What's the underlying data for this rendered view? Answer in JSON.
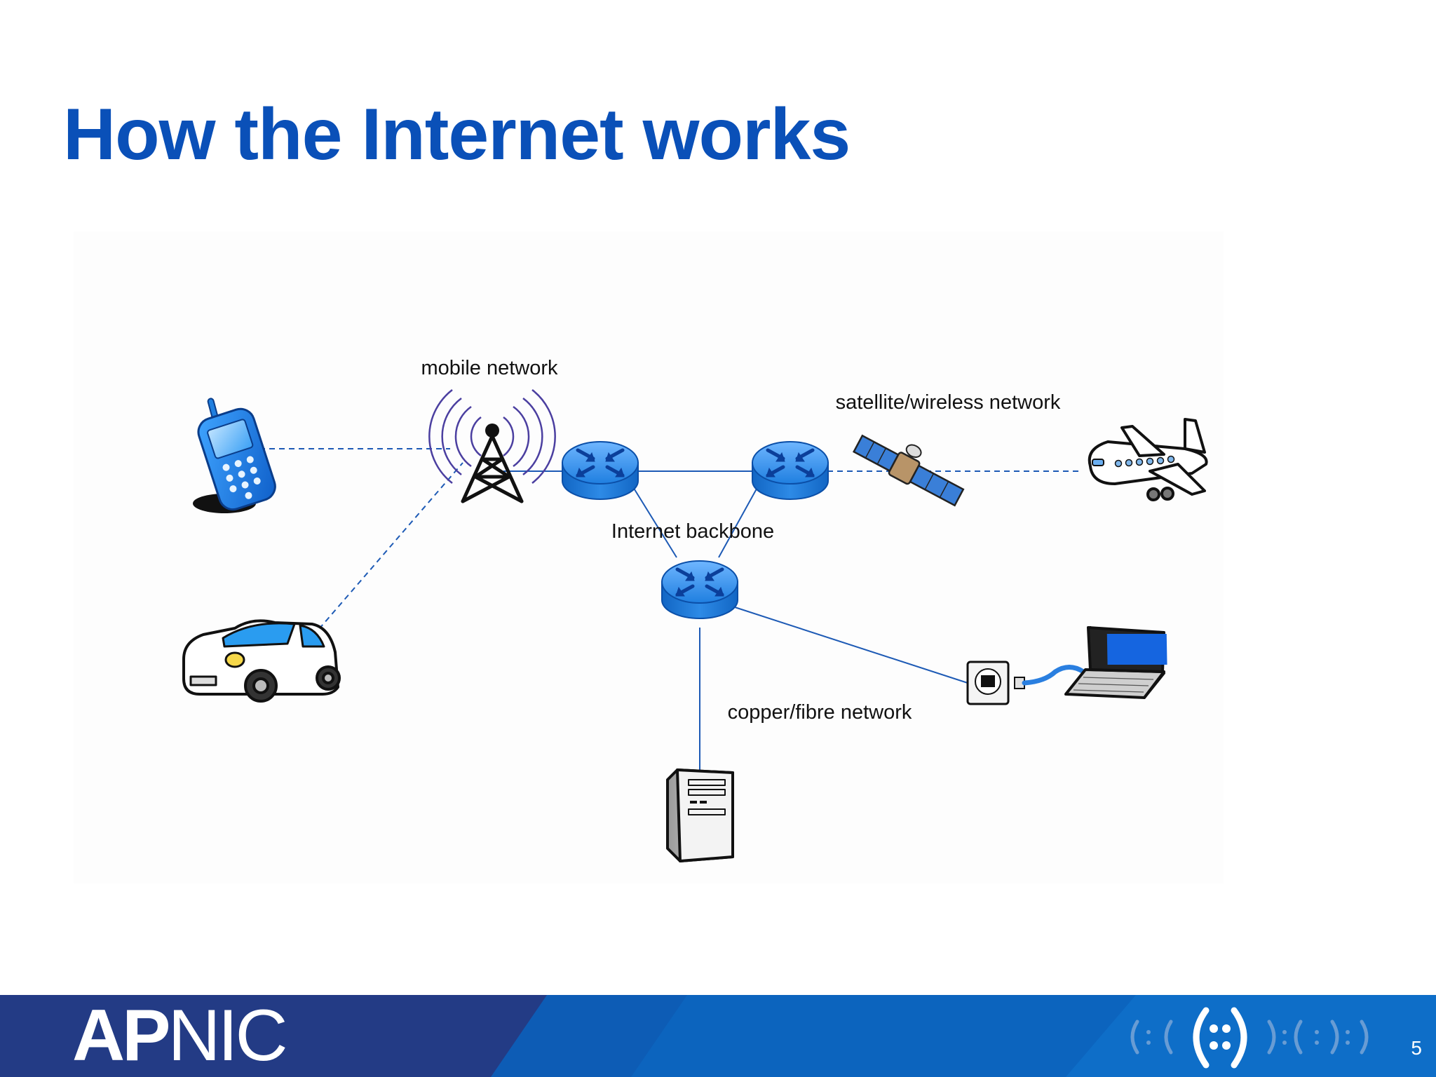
{
  "slide": {
    "title": "How the Internet works",
    "page_number": "5"
  },
  "colors": {
    "title": "#0a50b8",
    "link": "#1d5ab5",
    "router_top": "#2f8ce8",
    "router_side": "#1a6fd0",
    "footer_dark": "#233b85",
    "footer_light": "#0d6ec7"
  },
  "diagram": {
    "labels": {
      "mobile": "mobile network",
      "satellite": "satellite/wireless network",
      "backbone": "Internet backbone",
      "copper": "copper/fibre network"
    },
    "nodes": [
      "mobile-phone-icon",
      "car-icon",
      "cell-tower-icon",
      "router-icon",
      "router-icon",
      "router-icon",
      "satellite-icon",
      "airplane-icon",
      "wall-socket-icon",
      "laptop-icon",
      "server-icon"
    ]
  },
  "footer": {
    "logo_part1": "AP",
    "logo_part2": "NIC"
  }
}
